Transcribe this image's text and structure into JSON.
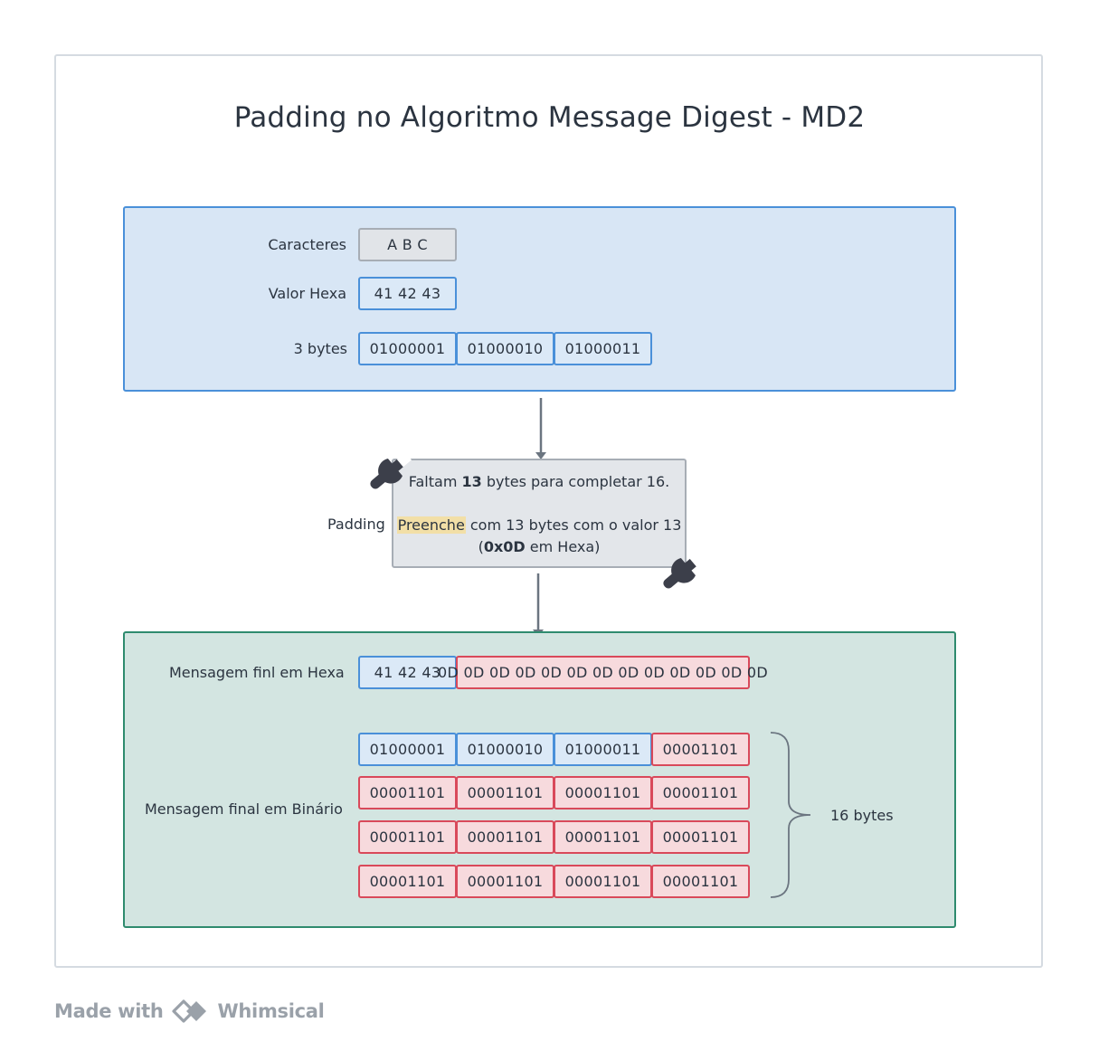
{
  "title": "Padding no Algoritmo Message Digest - MD2",
  "top": {
    "chars_label": "Caracteres",
    "chars_value": "A B C",
    "hex_label": "Valor Hexa",
    "hex_value": "41 42 43",
    "bytes_label": "3 bytes",
    "bytes": [
      "01000001",
      "01000010",
      "01000011"
    ]
  },
  "padding": {
    "label": "Padding",
    "line1_pre": "Faltam ",
    "line1_bold": "13",
    "line1_post": " bytes para completar 16.",
    "line2_hl": "Preenche",
    "line2_post": " com 13 bytes com o valor 13",
    "line3_pre": "(",
    "line3_bold": "0x0D",
    "line3_post": " em Hexa)"
  },
  "bottom": {
    "hex_label": "Mensagem finl em Hexa",
    "hex_original": "41 42 43",
    "hex_padding": "0D 0D 0D 0D 0D 0D 0D 0D 0D 0D 0D 0D 0D",
    "bin_label": "Mensagem final em Binário",
    "bin_rows": [
      [
        "01000001",
        "01000010",
        "01000011",
        "00001101"
      ],
      [
        "00001101",
        "00001101",
        "00001101",
        "00001101"
      ],
      [
        "00001101",
        "00001101",
        "00001101",
        "00001101"
      ],
      [
        "00001101",
        "00001101",
        "00001101",
        "00001101"
      ]
    ],
    "brace_label": "16 bytes"
  },
  "footer": {
    "made_with": "Made with",
    "brand": "Whimsical"
  },
  "colors": {
    "original_byte": "#4a90d9",
    "padding_byte": "#d9495a",
    "top_panel": "#d8e6f5",
    "bottom_panel": "#d3e5e1"
  }
}
